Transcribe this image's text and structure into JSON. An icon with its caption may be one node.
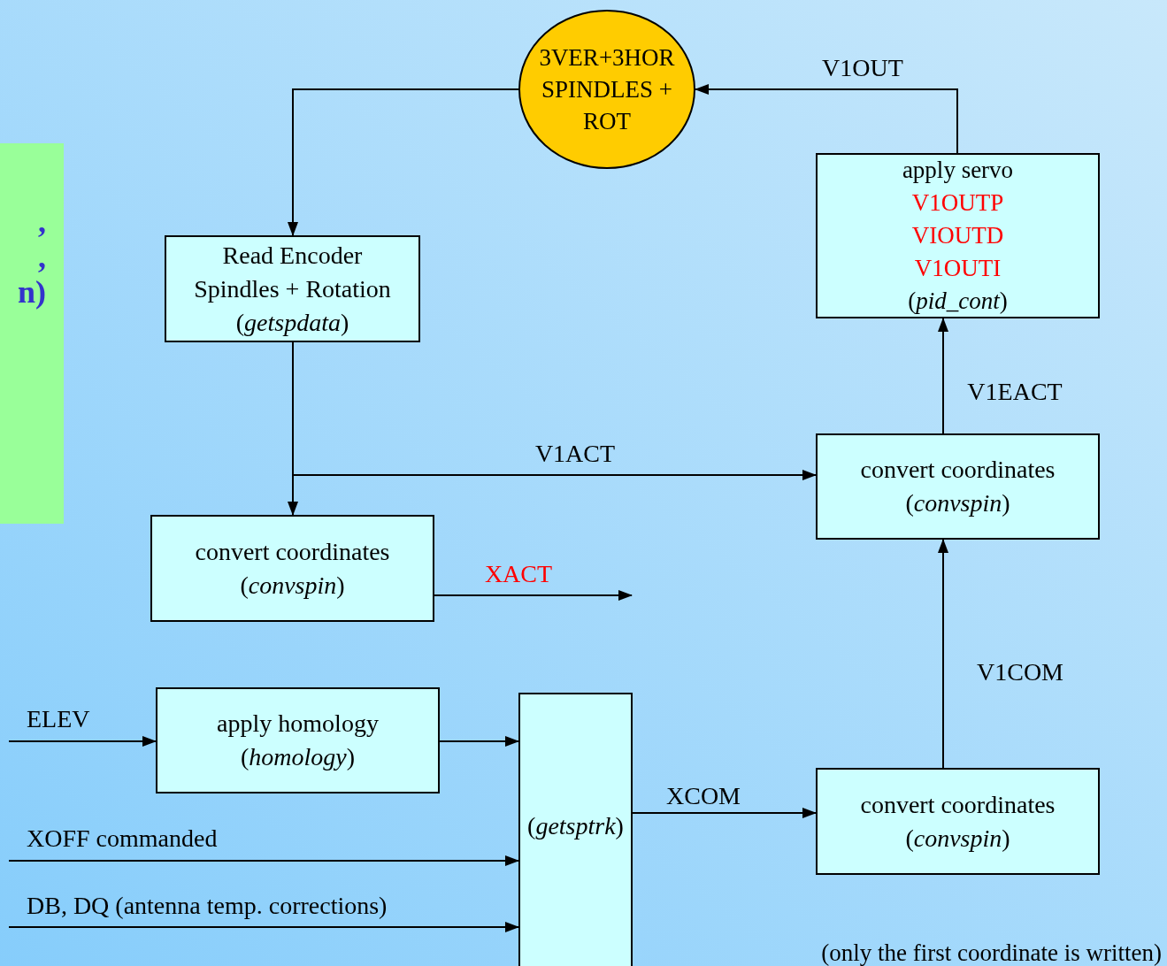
{
  "diagram": {
    "nodes": [
      {
        "text": [
          ",",
          ",",
          "n)"
        ]
      },
      {
        "text": [
          "3VER+3HOR SPINDLES + ROT"
        ]
      },
      {
        "text": [
          "apply servo",
          "V1OUTP",
          "VIOUTD",
          "V1OUTI",
          "(*pid_cont*)"
        ]
      },
      {
        "text": [
          "Read Encoder Spindles + Rotation",
          "(*getspdata*)"
        ]
      },
      {
        "text": [
          "convert coordinates",
          "(*convspin*)"
        ]
      },
      {
        "text": [
          "convert coordinates",
          "(*convspin*)"
        ]
      },
      {
        "text": [
          "apply homology",
          "(*homology*)"
        ]
      },
      {
        "text": [
          "(*getsptrk*)"
        ]
      },
      {
        "text": [
          "convert coordinates",
          "(*convspin*)"
        ]
      }
    ],
    "edges": [
      {
        "from": 2,
        "to": 1,
        "arrow": "to",
        "label": "V1OUT"
      },
      {
        "from": 1,
        "to": 3,
        "arrow": "to"
      },
      {
        "from": 3,
        "to": 5,
        "arrow": "to"
      },
      {
        "from": 3,
        "to": 4,
        "arrow": "to",
        "label": "V1ACT"
      },
      {
        "from": 5,
        "to": null,
        "arrow": "to",
        "label": "XACT"
      },
      {
        "from": null,
        "to": 6,
        "arrow": "to",
        "label": "ELEV"
      },
      {
        "from": 6,
        "to": 7,
        "arrow": "to"
      },
      {
        "from": null,
        "to": 7,
        "arrow": "to",
        "label": "XOFF commanded"
      },
      {
        "from": null,
        "to": 7,
        "arrow": "to",
        "label": "DB, DQ (antenna temp. corrections)"
      },
      {
        "from": 7,
        "to": 8,
        "arrow": "to",
        "label": "XCOM"
      },
      {
        "from": 8,
        "to": 4,
        "arrow": "to",
        "label": "V1COM"
      },
      {
        "from": 4,
        "to": 2,
        "arrow": "to",
        "label": "V1EACT"
      }
    ],
    "labels": [
      "(only the first coordinate is written)"
    ]
  }
}
